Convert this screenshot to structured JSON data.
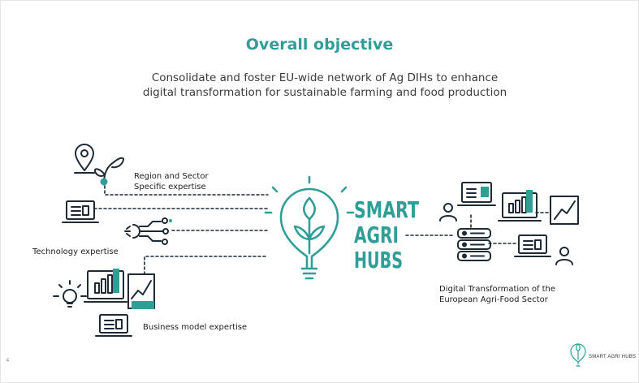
{
  "slide": {
    "title": "Overall objective",
    "subtitle_line1": "Consolidate and foster EU-wide network of Ag DIHs to enhance",
    "subtitle_line2": "digital transformation for sustainable farming and food production",
    "page_number": "4"
  },
  "left_labels": {
    "region": [
      "Region and Sector",
      "Specific expertise"
    ],
    "technology": "Technology expertise",
    "business": "Business model expertise"
  },
  "right_label": [
    "Digital Transformation of the",
    "European Agri-Food Sector"
  ],
  "brand": {
    "line1": "SMART",
    "line2": "AGRI",
    "line3": "HUBS",
    "footer": "SMART AGRI HUBS"
  },
  "colors": {
    "accent": "#2e9e96",
    "ink": "#1e2a35"
  }
}
